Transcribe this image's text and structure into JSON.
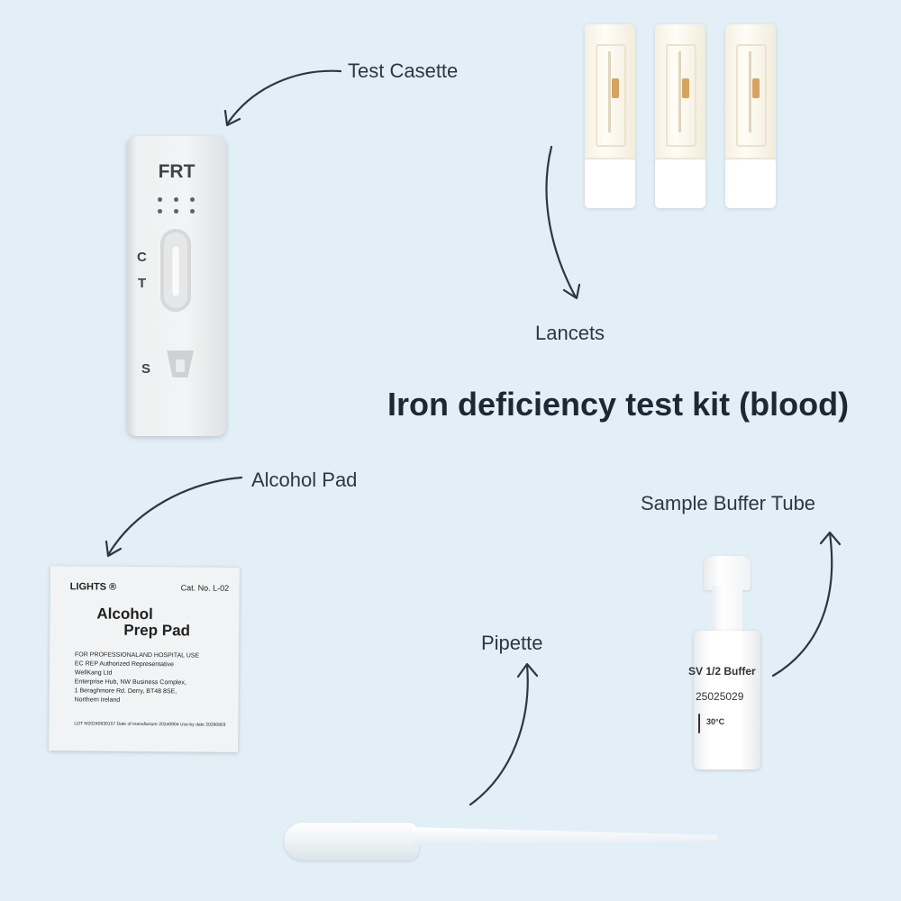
{
  "title": "Iron deficiency test kit (blood)",
  "labels": {
    "test_cassette": "Test Casette",
    "lancets": "Lancets",
    "alcohol_pad": "Alcohol Pad",
    "sample_buffer_tube": "Sample Buffer Tube",
    "pipette": "Pipette"
  },
  "cassette": {
    "brand": "FRT",
    "mark_c": "C",
    "mark_t": "T",
    "mark_s": "S"
  },
  "alcohol_pad_pack": {
    "brand": "LIGHTS ®",
    "catalog": "Cat. No. L-02",
    "name_line1": "Alcohol",
    "name_line2": "Prep Pad",
    "usage": "FOR PROFESSIONALAND HOSPITAL USE",
    "rep": "EC REP  Authorized Representative",
    "company": "WellKang Ltd",
    "address1": "Enterprise Hub, NW Business Complex,",
    "address2": "1 Beraghmore Rd. Derry, BT48 8SE,",
    "address3": "Northern Ireland",
    "codes": "LOT M20240830157   Date of manufacture 20240904   Use-by date 20290903"
  },
  "buffer_tube": {
    "label_line1": "SV 1/2 Buffer",
    "label_line2": "25025029",
    "temp": "30°C"
  },
  "colors": {
    "background": "#e3eff7",
    "text": "#1f2a36",
    "arrow": "#2b3744"
  }
}
